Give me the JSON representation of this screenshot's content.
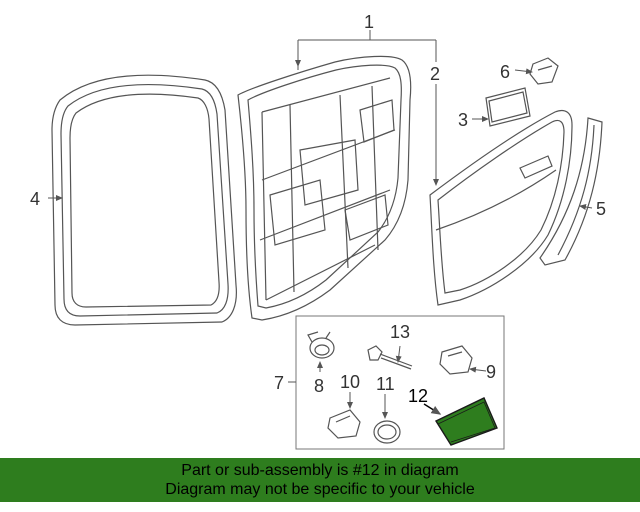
{
  "callouts": {
    "c1": "1",
    "c2": "2",
    "c3": "3",
    "c4": "4",
    "c5": "5",
    "c6": "6",
    "c7": "7",
    "c8": "8",
    "c9": "9",
    "c10": "10",
    "c11": "11",
    "c12": "12",
    "c13": "13"
  },
  "colors": {
    "highlight": "#2e7d1e",
    "line": "#555555",
    "callout_text": "#333333"
  },
  "banner": {
    "line1": "Part or sub-assembly is #12 in diagram",
    "line2": "Diagram may not be specific to your vehicle"
  }
}
